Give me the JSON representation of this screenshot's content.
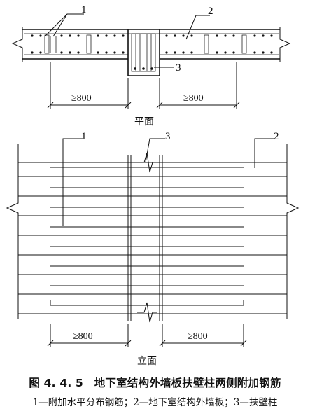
{
  "plan_view": {
    "title": "平面",
    "labels": {
      "item1": "1",
      "item2": "2",
      "item3": "3"
    },
    "dim_left": "≥800",
    "dim_right": "≥800"
  },
  "elevation_view": {
    "title": "立面",
    "labels": {
      "item1": "1",
      "item2": "2",
      "item3": "3"
    },
    "dim_left": "≥800",
    "dim_right": "≥800"
  },
  "caption": {
    "title": "图 4. 4. 5　地下室结构外墙板扶壁柱两侧附加钢筋",
    "legend": "1—附加水平分布钢筋；2—地下室结构外墙板；3—扶壁柱"
  }
}
